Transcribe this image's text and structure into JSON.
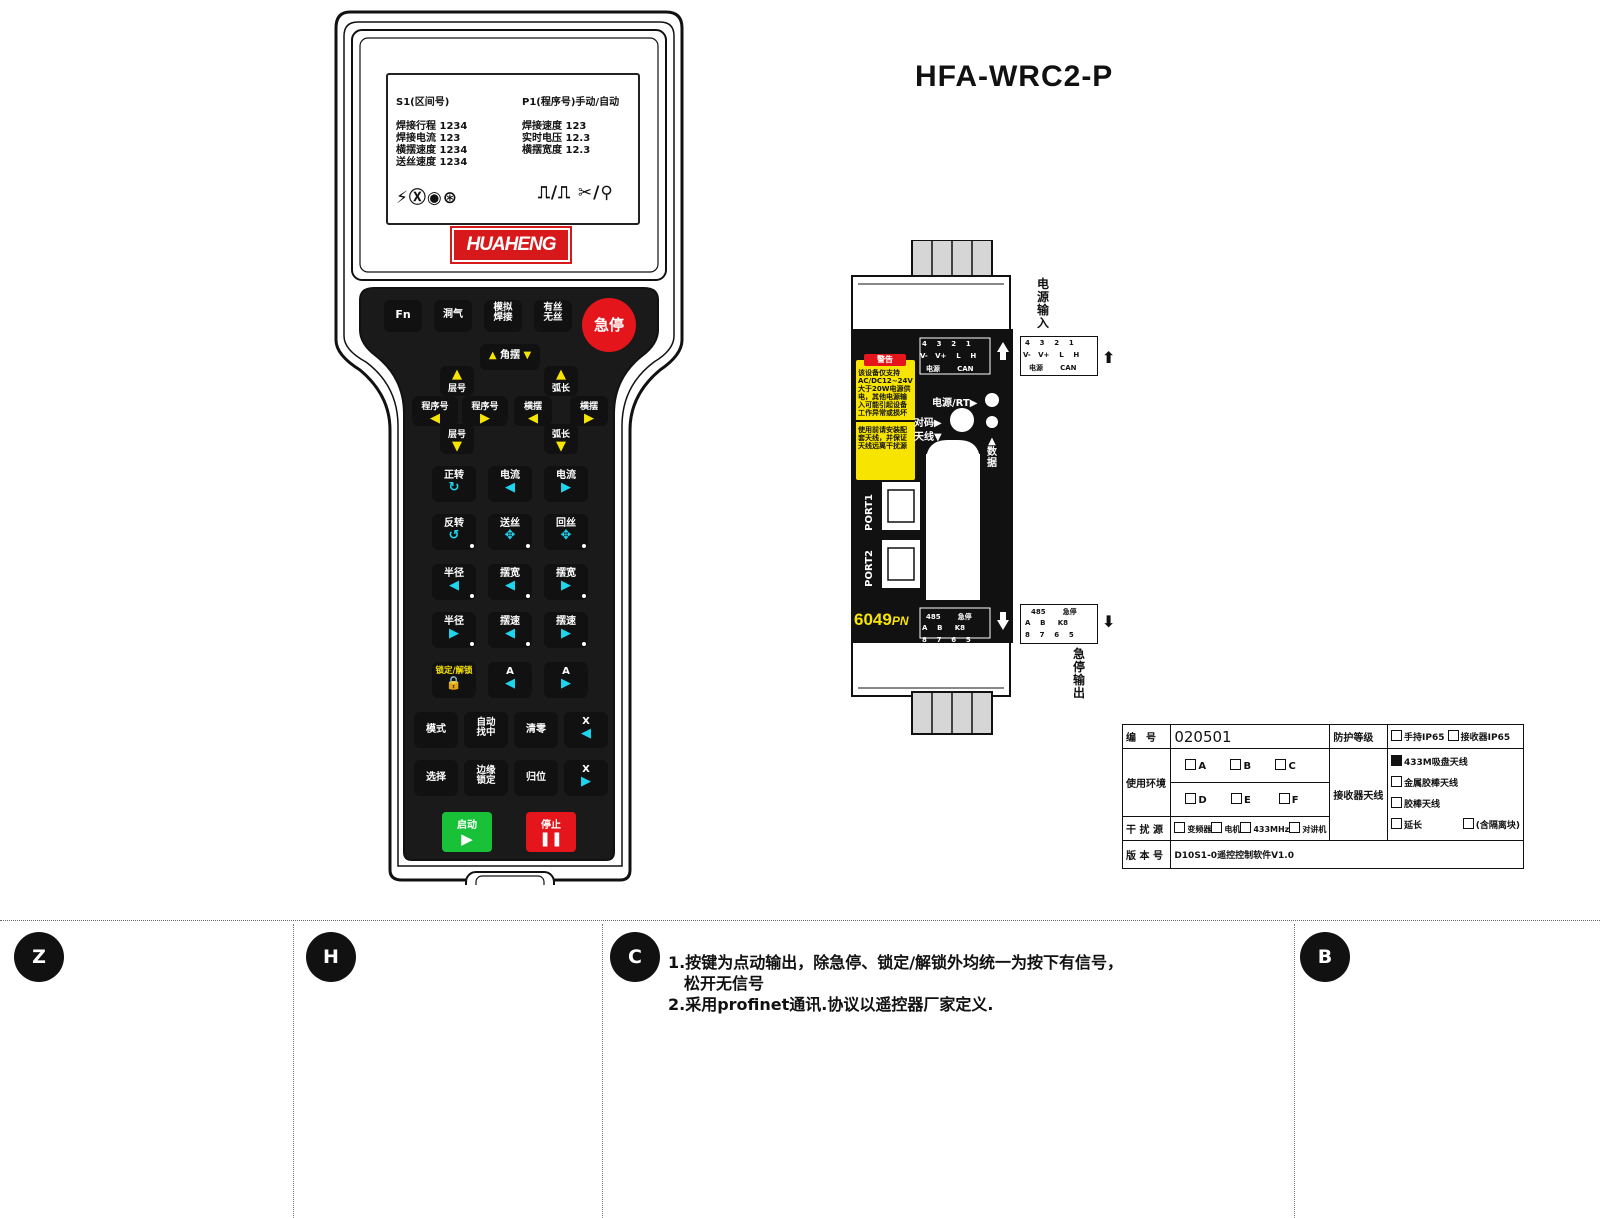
{
  "model": "HFA-WRC2-P",
  "brand_logo": "HUAHENG",
  "screen": {
    "left_header": "S1(区间号)",
    "right_header": "P1(程序号)手动/自动",
    "left_lines": [
      "焊接行程 1234",
      "焊接电流 123",
      "横摆速度 1234",
      "送丝速度 1234"
    ],
    "right_lines": [
      "焊接速度 123",
      "实时电压 12.3",
      "横摆宽度 12.3"
    ],
    "left_icons": "⚡Ⓧ◉⊛",
    "right_icons": "⎍/⎍ ✂/⚲"
  },
  "keys": {
    "fn": "Fn",
    "gas": "洞气",
    "sim_weld": "模拟\n焊接",
    "wire": "有丝\n无丝",
    "estop": "急停",
    "angle": "角摆",
    "layer_up": "层号",
    "layer_down": "层号",
    "prog_left": "程序号",
    "prog_right": "程序号",
    "arc_up": "弧长",
    "arc_down": "弧长",
    "swing_left": "横摆",
    "swing_right": "横摆",
    "fwd": "正转",
    "cur_dec": "电流",
    "cur_inc": "电流",
    "rev": "反转",
    "feed": "送丝",
    "retract": "回丝",
    "radius_dec": "半径",
    "width_dec": "摆宽",
    "width_inc": "摆宽",
    "radius_inc": "半径",
    "speed_dec": "摆速",
    "speed_inc": "摆速",
    "lock": "锁定/解锁",
    "a_dec": "A",
    "a_inc": "A",
    "mode": "模式",
    "auto_center": "自动\n找中",
    "clear": "清零",
    "x_dec": "X",
    "select": "选择",
    "edge_lock": "边缘\n锁定",
    "home": "归位",
    "x_inc": "X",
    "start": "启动",
    "stop": "停止"
  },
  "receiver": {
    "power_in": "电源输入",
    "estop_out": "急停输出",
    "warning_title": "警告",
    "warning_lines": [
      "该设备仅支持",
      "AC/DC12~24V",
      "大于20W电源供",
      "电，其他电源输",
      "入可能引起设备",
      "工作异常或损坏"
    ],
    "warning_lines2": [
      "使用前请安装配",
      "套天线，并保证",
      "天线远离干扰源"
    ],
    "power_rt": "电源/RT",
    "pair": "对码",
    "antenna": "天线",
    "data": "数据",
    "port1": "PORT1",
    "port2": "PORT2",
    "model_num": "6049",
    "model_suffix": "PN",
    "top_terms": [
      "4",
      "3",
      "2",
      "1"
    ],
    "top_pins": [
      "V-",
      "V+",
      "L",
      "H"
    ],
    "top_power": "电源",
    "top_can": "CAN",
    "bottom_485": "485",
    "bottom_estop": "急停",
    "bottom_pins": [
      "A",
      "B"
    ],
    "bottom_terms": [
      "8",
      "7",
      "6",
      "5"
    ],
    "relay": "K8"
  },
  "spec": {
    "no_label": "编　号",
    "no_value": "020501",
    "protection_label": "防护等级",
    "protection_opts": [
      "手持IP65",
      "接收器IP65"
    ],
    "env_label": "使用环境",
    "env_opts": [
      "A",
      "B",
      "C",
      "D",
      "E",
      "F"
    ],
    "antenna_label": "接收器天线",
    "antenna_opts": [
      "433M吸盘天线",
      "金属胶棒天线",
      "胶棒天线",
      "延长"
    ],
    "antenna_note": "(含隔离块)",
    "interf_label": "干 扰 源",
    "interf_opts": [
      "变频器",
      "电机",
      "433MHz",
      "对讲机"
    ],
    "version_label": "版 本 号",
    "version_value": "D10S1-0遥控控制软件V1.0"
  },
  "sections": [
    "Z",
    "H",
    "C",
    "B"
  ],
  "notes": {
    "line1": "1.按键为点动输出，除急停、锁定/解锁外均统一为按下有信号，",
    "line1b": "　松开无信号",
    "line2": "2.采用profinet通讯.协议以遥控器厂家定义."
  }
}
